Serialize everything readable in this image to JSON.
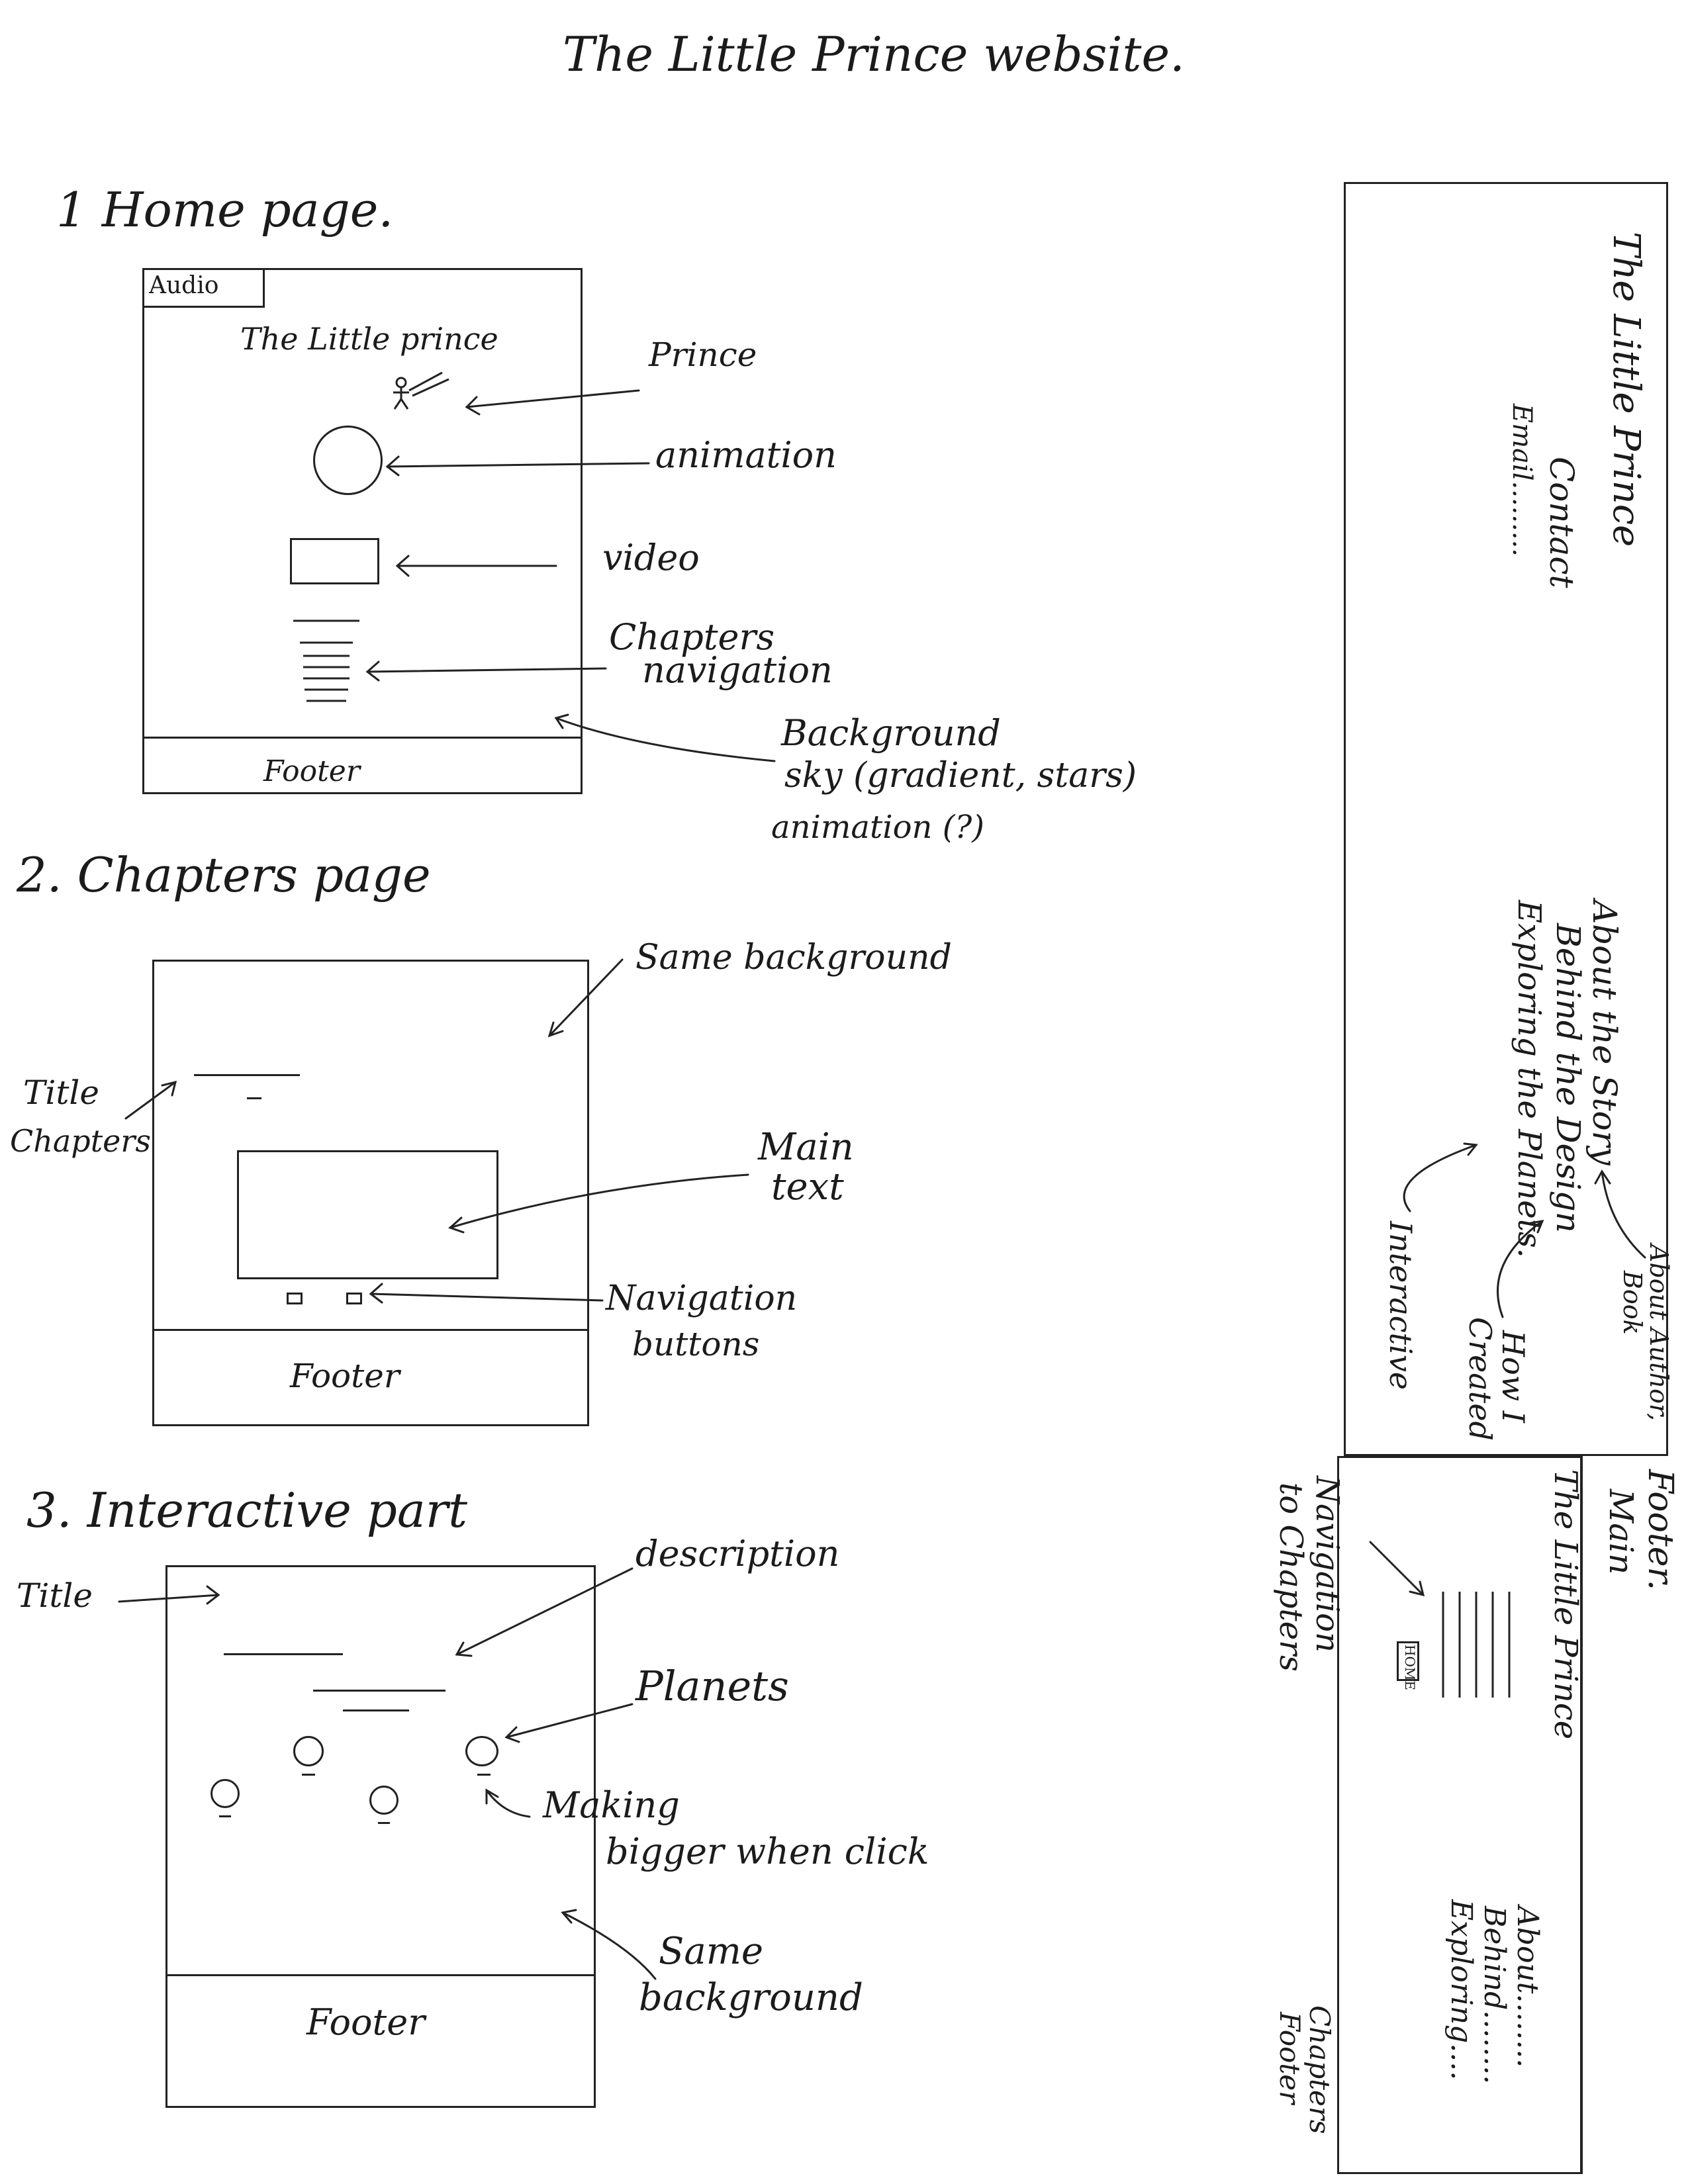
{
  "title": "The Little Prince website.",
  "home": {
    "heading": "1 Home page.",
    "audio": "Audio",
    "site_title": "The Little prince",
    "footer": "Footer",
    "notes": {
      "prince": "Prince",
      "animation": "animation",
      "video": "video",
      "chapters_nav_1": "Chapters",
      "chapters_nav_2": "navigation",
      "background_1": "Background",
      "background_2": "sky (gradient, stars)",
      "background_3": "animation (?)"
    }
  },
  "chapters": {
    "heading": "2. Chapters page",
    "footer": "Footer",
    "notes": {
      "same_background": "Same background",
      "title_1": "Title",
      "title_2": "Chapters",
      "main_1": "Main",
      "main_2": "text",
      "nav_1": "Navigation",
      "nav_2": "buttons"
    }
  },
  "interactive": {
    "heading": "3. Interactive part",
    "footer": "Footer",
    "notes": {
      "title": "Title",
      "description": "description",
      "planets": "Planets",
      "making_1": "Making",
      "making_2": "bigger when click",
      "same_bg_1": "Same",
      "same_bg_2": "background"
    }
  },
  "side_top": {
    "site_title": "The Little Prince",
    "contact": "Contact",
    "email": "Email.........",
    "menu": [
      "About the Story",
      "Behind the Design",
      "Exploring the Planets."
    ],
    "note_about": [
      "About Author,",
      "Book"
    ],
    "note_how": [
      "How I",
      "Created"
    ],
    "note_interactive": "Interactive"
  },
  "side_bottom": {
    "footer_label": "Footer.",
    "main_label": "Main",
    "site_title": "The Little Prince",
    "home_btn": "HOME",
    "nav_label": [
      "Navigation",
      "to Chapters"
    ],
    "links": [
      "About........",
      "Behind........",
      "Exploring...."
    ],
    "chapters_footer": [
      "Chapters",
      "Footer"
    ]
  }
}
